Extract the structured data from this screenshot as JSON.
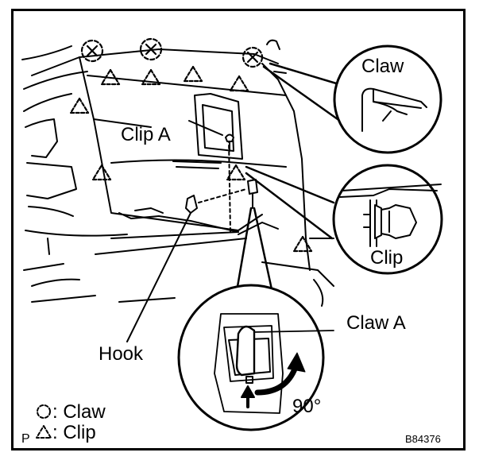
{
  "labels": {
    "claw_callout": "Claw",
    "clip_a": "Clip A",
    "clip_callout": "Clip",
    "claw_a": "Claw A",
    "hook": "Hook",
    "angle": "90°"
  },
  "legend": {
    "claw_label": ": Claw",
    "clip_label": ": Clip",
    "corner_mark": "P"
  },
  "figure_code": "B84376"
}
